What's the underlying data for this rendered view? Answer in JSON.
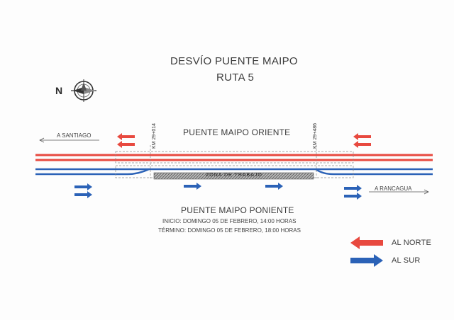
{
  "title": {
    "line1": "DESVÍO PUENTE MAIPO",
    "line2": "RUTA 5"
  },
  "compass": {
    "letter": "N",
    "icon": "compass-rose-icon"
  },
  "bridges": {
    "north": "PUENTE MAIPO ORIENTE",
    "south": "PUENTE MAIPO PONIENTE"
  },
  "markers": {
    "left": "KM 29+014",
    "right": "KM 29+486"
  },
  "work_zone": "ZONA DE TRABAJO",
  "destinations": {
    "west": "A SANTIAGO",
    "east": "A RANCAGUA"
  },
  "schedule": {
    "start": "INICIO:  DOMINGO 05 DE FEBRERO,  14:00  HORAS",
    "end": "TÉRMINO:  DOMINGO 05 DE FEBRERO,  18:00  HORAS"
  },
  "legend": [
    {
      "label": "AL NORTE",
      "color": "#e8493f",
      "direction": "left"
    },
    {
      "label": "AL SUR",
      "color": "#2b62b7",
      "direction": "right"
    }
  ],
  "colors": {
    "north": "#e8493f",
    "south": "#2b62b7",
    "work_zone": "#9a9a9a"
  }
}
